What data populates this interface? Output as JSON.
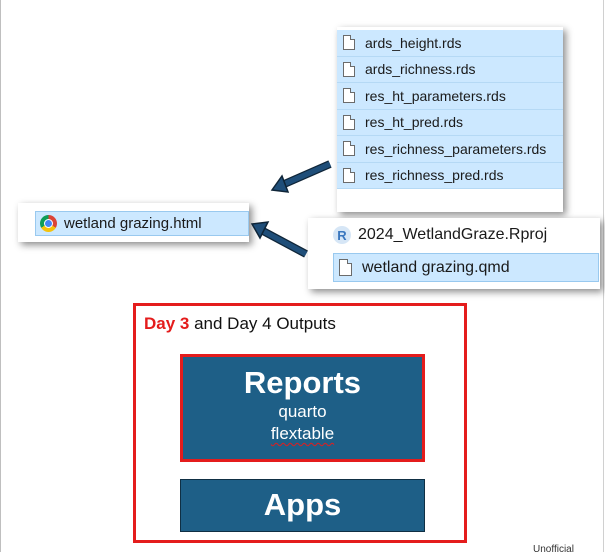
{
  "rds_files": [
    {
      "name": "ards_height.rds"
    },
    {
      "name": "ards_richness.rds"
    },
    {
      "name": "res_ht_parameters.rds"
    },
    {
      "name": "res_ht_pred.rds"
    },
    {
      "name": "res_richness_parameters.rds"
    },
    {
      "name": "res_richness_pred.rds"
    }
  ],
  "html_file": {
    "name": "wetland grazing.html",
    "icon": "chrome-icon"
  },
  "project_files": [
    {
      "name": "2024_WetlandGraze.Rproj",
      "icon": "r-project-icon"
    },
    {
      "name": "wetland grazing.qmd",
      "icon": "document-icon"
    }
  ],
  "outputs": {
    "title_highlight": "Day 3",
    "title_rest": " and Day 4 Outputs",
    "reports": {
      "title": "Reports",
      "items": [
        "quarto",
        "flextable"
      ]
    },
    "apps": {
      "title": "Apps"
    }
  },
  "footer": "Unofficial",
  "colors": {
    "accent_red": "#e41c1c",
    "box_blue": "#1e5f87",
    "arrow_blue": "#1f4e79",
    "selection_blue": "#cce8ff"
  }
}
